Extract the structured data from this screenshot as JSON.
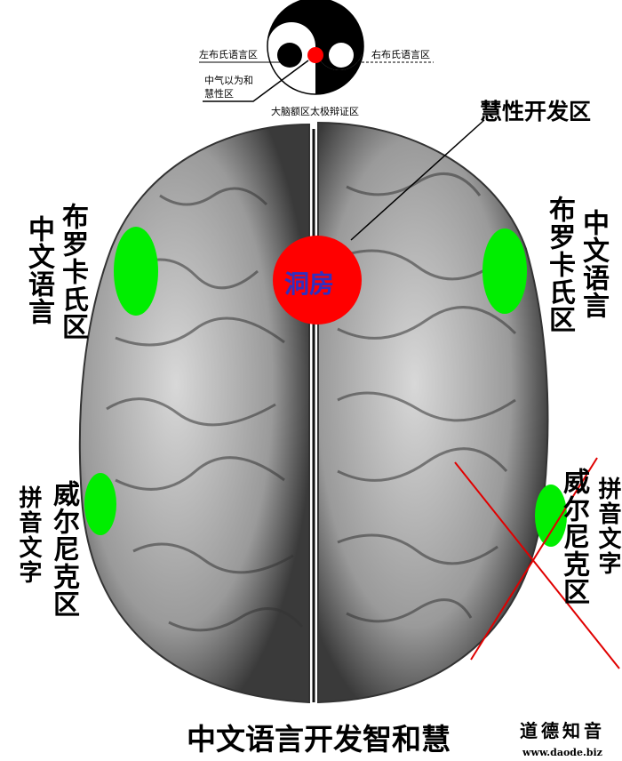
{
  "yinyang": {
    "left_label": "左布氏语言区",
    "right_label": "右布氏语言区",
    "center_label_line1": "中气以为和",
    "center_label_line2": "慧性区",
    "bottom_label": "大脑额区太极辩证区"
  },
  "callout": {
    "label": "慧性开发区"
  },
  "center_spot": {
    "label": "洞房",
    "color": "#ff0000",
    "text_color": "#3030c0"
  },
  "left": {
    "broca": "布罗卡氏区",
    "chinese": "中文语言",
    "wernicke": "威尔尼克区",
    "pinyin": "拼音文字"
  },
  "right": {
    "broca": "布罗卡氏区",
    "chinese": "中文语言",
    "wernicke": "威尔尼克区",
    "pinyin": "拼音文字"
  },
  "zone_color": "#00ee00",
  "title": "中文语言开发智和慧",
  "logo": {
    "text": "道德知音",
    "url": "www.daode.biz"
  }
}
